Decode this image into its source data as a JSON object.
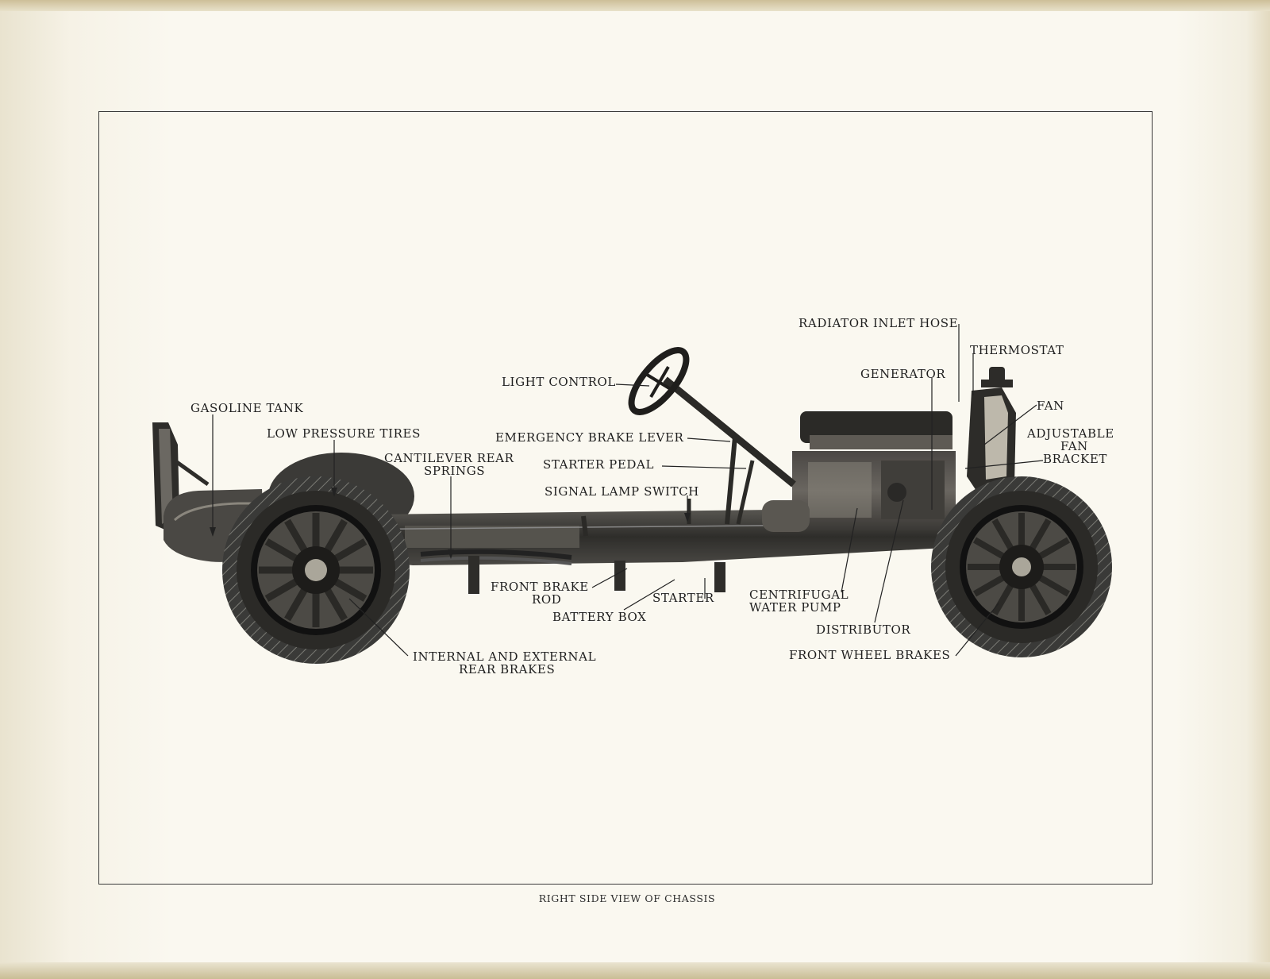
{
  "caption": "RIGHT SIDE VIEW OF CHASSIS",
  "labels": {
    "gasoline_tank": "GASOLINE TANK",
    "low_pressure_tires": "LOW PRESSURE TIRES",
    "cantilever_rear_springs_1": "CANTILEVER REAR",
    "cantilever_rear_springs_2": "SPRINGS",
    "light_control": "LIGHT CONTROL",
    "emergency_brake_lever": "EMERGENCY BRAKE LEVER",
    "starter_pedal": "STARTER PEDAL",
    "signal_lamp_switch": "SIGNAL LAMP SWITCH",
    "radiator_inlet_hose": "RADIATOR INLET HOSE",
    "thermostat": "THERMOSTAT",
    "generator": "GENERATOR",
    "fan": "FAN",
    "adjustable_fan_bracket_1": "ADJUSTABLE",
    "adjustable_fan_bracket_2": "FAN",
    "adjustable_fan_bracket_3": "BRACKET",
    "front_brake_rod_1": "FRONT BRAKE",
    "front_brake_rod_2": "ROD",
    "starter": "STARTER",
    "battery_box": "BATTERY BOX",
    "centrifugal_water_pump_1": "CENTRIFUGAL",
    "centrifugal_water_pump_2": "WATER  PUMP",
    "distributor": "DISTRIBUTOR",
    "front_wheel_brakes": "FRONT WHEEL BRAKES",
    "internal_external_rear_brakes_1": "INTERNAL  AND  EXTERNAL",
    "internal_external_rear_brakes_2": "REAR BRAKES"
  }
}
